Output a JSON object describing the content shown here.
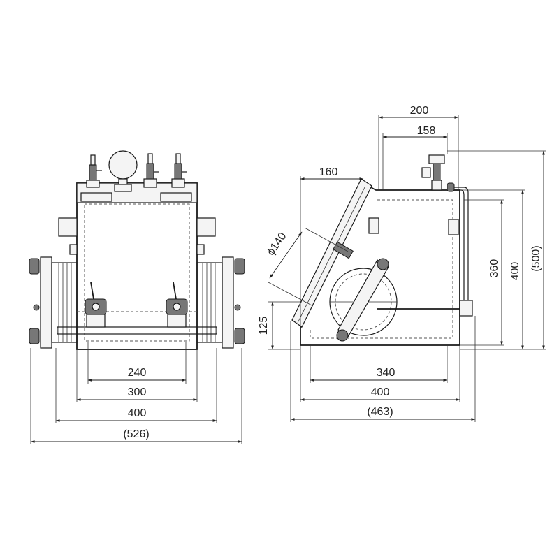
{
  "front_view": {
    "dims": {
      "width_inner": "240",
      "width_300": "300",
      "width_400": "400",
      "width_overall": "(526)"
    }
  },
  "side_view": {
    "dims": {
      "top_200": "200",
      "top_158": "158",
      "slope_160": "160",
      "diameter": "ϕ140",
      "height_125": "125",
      "height_360": "360",
      "height_400": "400",
      "height_overall": "(500)",
      "depth_340": "340",
      "depth_400": "400",
      "depth_overall": "(463)"
    }
  }
}
